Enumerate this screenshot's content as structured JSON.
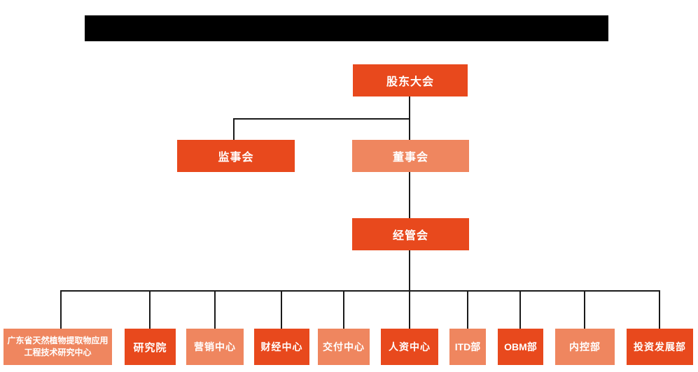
{
  "colors": {
    "primary": "#E8491D",
    "secondary": "#EF865F",
    "line": "#1A1A1A",
    "redaction": "#000000"
  },
  "title_bar": {
    "redacted": true
  },
  "org_chart": {
    "type": "organization-hierarchy",
    "nodes": {
      "shareholders": {
        "label": "股东大会",
        "variant": "primary"
      },
      "supervisory_board": {
        "label": "监事会",
        "variant": "primary"
      },
      "board_of_directors": {
        "label": "董事会",
        "variant": "secondary"
      },
      "management_committee": {
        "label": "经管会",
        "variant": "primary"
      },
      "departments": [
        {
          "label": "广东省天然植物提取物应用工程技术研究中心",
          "variant": "secondary"
        },
        {
          "label": "研究院",
          "variant": "primary"
        },
        {
          "label": "营销中心",
          "variant": "secondary"
        },
        {
          "label": "财经中心",
          "variant": "primary"
        },
        {
          "label": "交付中心",
          "variant": "secondary"
        },
        {
          "label": "人资中心",
          "variant": "primary"
        },
        {
          "label": "ITD部",
          "variant": "secondary"
        },
        {
          "label": "OBM部",
          "variant": "primary"
        },
        {
          "label": "内控部",
          "variant": "secondary"
        },
        {
          "label": "投资发展部",
          "variant": "primary"
        }
      ]
    }
  }
}
